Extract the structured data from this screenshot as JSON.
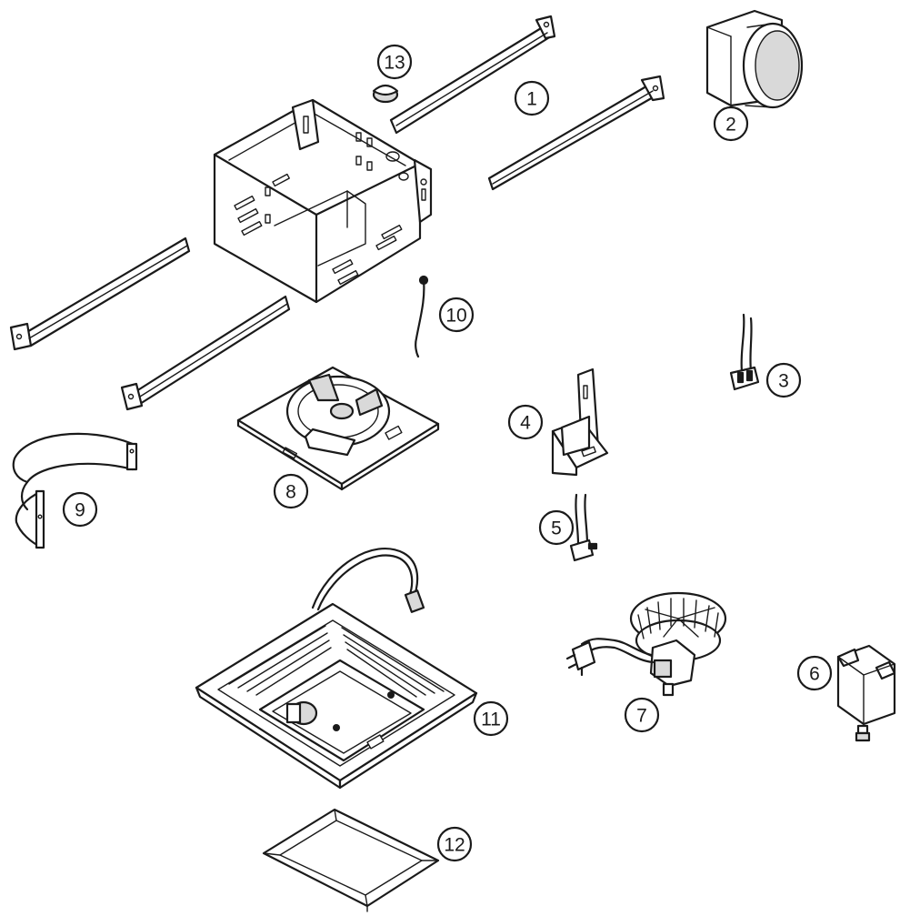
{
  "parts": [
    {
      "id": "part-1",
      "label": "1"
    },
    {
      "id": "part-2",
      "label": "2"
    },
    {
      "id": "part-3",
      "label": "3"
    },
    {
      "id": "part-4",
      "label": "4"
    },
    {
      "id": "part-5",
      "label": "5"
    },
    {
      "id": "part-6",
      "label": "6"
    },
    {
      "id": "part-7",
      "label": "7"
    },
    {
      "id": "part-8",
      "label": "8"
    },
    {
      "id": "part-9",
      "label": "9"
    },
    {
      "id": "part-10",
      "label": "10"
    },
    {
      "id": "part-11",
      "label": "11"
    },
    {
      "id": "part-12",
      "label": "12"
    },
    {
      "id": "part-13",
      "label": "13"
    }
  ],
  "colors": {
    "line": "#1a1a1a",
    "background": "#ffffff",
    "shade": "#d9d9d9"
  }
}
